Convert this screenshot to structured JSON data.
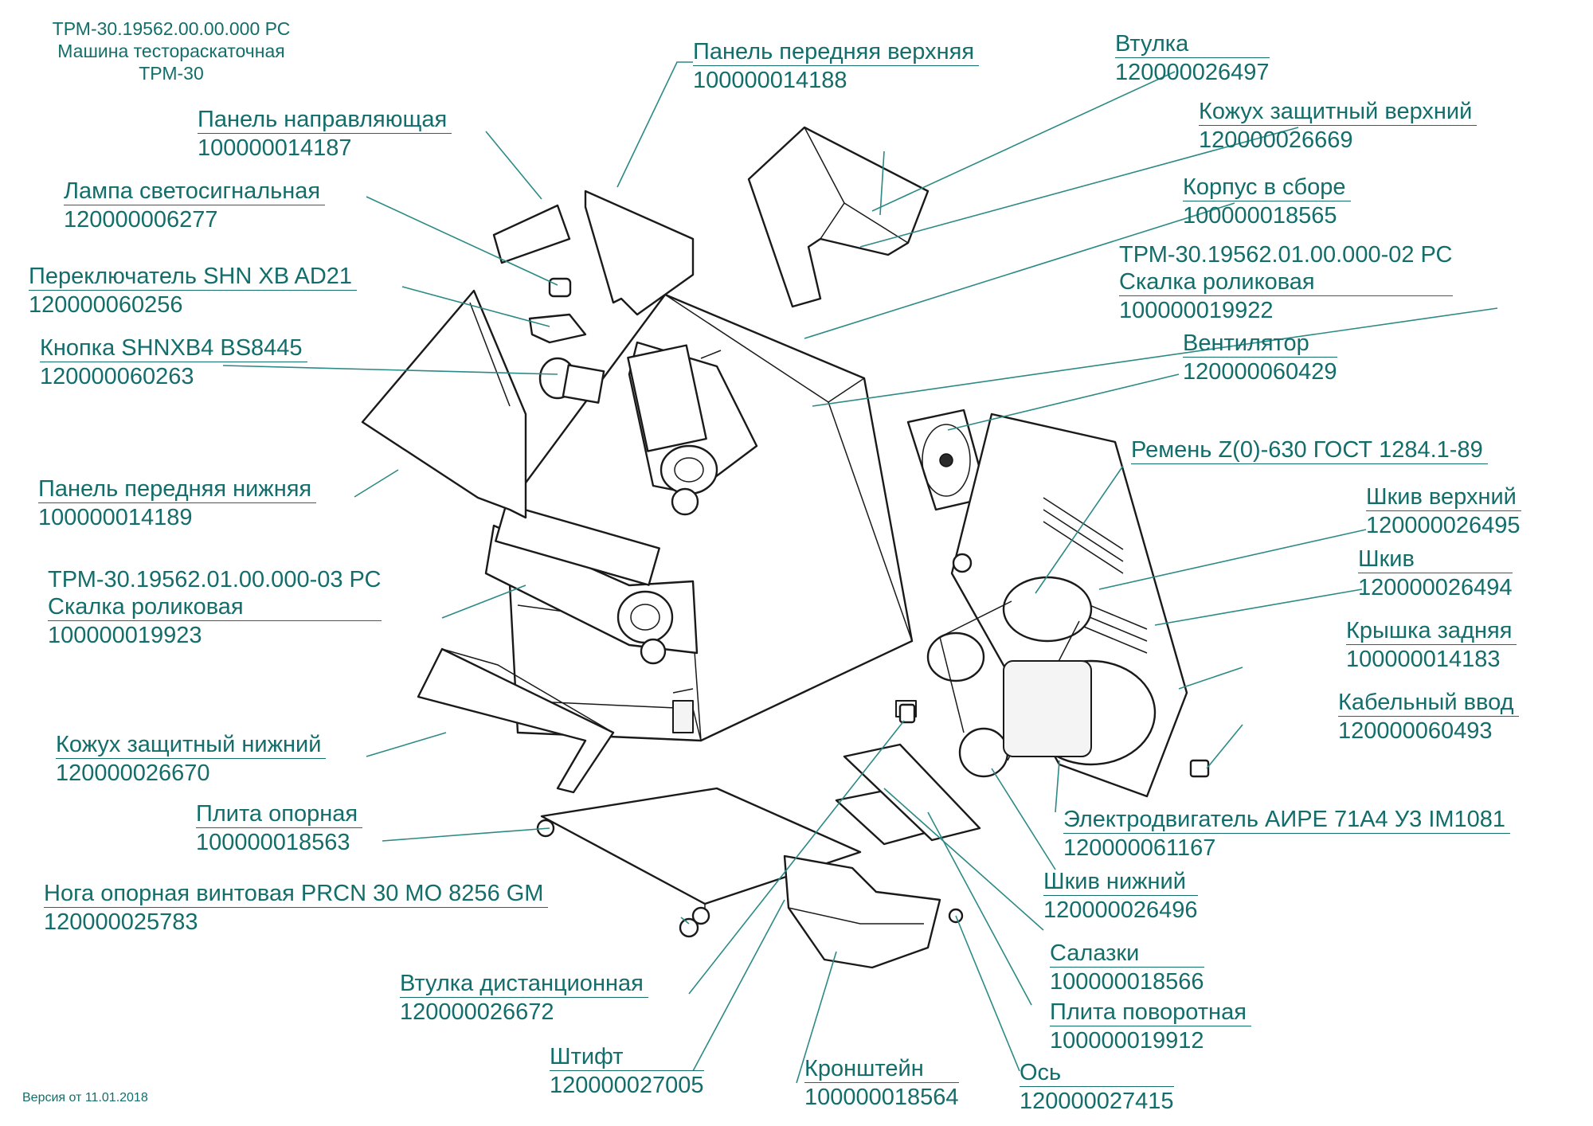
{
  "header": {
    "line1": "ТРМ-30.19562.00.00.000 РС",
    "line2": "Машина тестораскаточная",
    "line3": "ТРМ-30"
  },
  "footer": {
    "version": "Версия от 11.01.2018"
  },
  "colors": {
    "accent": "#136e6b",
    "leader": "#2c8a86",
    "drawing": "#1a1a1a"
  },
  "callouts": [
    {
      "name": "Панель передняя верхняя",
      "pn": "100000014188"
    },
    {
      "name": "Панель направляющая",
      "pn": "100000014187"
    },
    {
      "name": "Лампа светосигнальная",
      "pn": "120000006277"
    },
    {
      "name": "Переключатель SHN XB AD21",
      "pn": "120000060256"
    },
    {
      "name": "Кнопка SHNXB4 BS8445",
      "pn": "120000060263"
    },
    {
      "name": "Панель передняя нижняя",
      "pn": "100000014189"
    },
    {
      "name": "ТРМ-30.19562.01.00.000-03 РС",
      "name2": "Скалка роликовая",
      "pn": "100000019923"
    },
    {
      "name": "Кожух защитный нижний",
      "pn": "120000026670"
    },
    {
      "name": "Плита опорная",
      "pn": "100000018563"
    },
    {
      "name": "Нога опорная винтовая PRCN 30 MO 8256 GM",
      "pn": "120000025783"
    },
    {
      "name": "Втулка дистанционная",
      "pn": "120000026672"
    },
    {
      "name": "Штифт",
      "pn": "120000027005"
    },
    {
      "name": "Кронштейн",
      "pn": "100000018564"
    },
    {
      "name": "Ось",
      "pn": "120000027415"
    },
    {
      "name": "Плита поворотная",
      "pn": "100000019912"
    },
    {
      "name": "Салазки",
      "pn": "100000018566"
    },
    {
      "name": "Шкив нижний",
      "pn": "120000026496"
    },
    {
      "name": "Электродвигатель АИРЕ 71А4 У3 IM1081",
      "pn": "120000061167"
    },
    {
      "name": "Кабельный ввод",
      "pn": "120000060493"
    },
    {
      "name": "Крышка задняя",
      "pn": "100000014183"
    },
    {
      "name": "Шкив",
      "pn": "120000026494"
    },
    {
      "name": "Шкив верхний",
      "pn": "120000026495"
    },
    {
      "name": "Ремень Z(0)-630 ГОСТ 1284.1-89",
      "pn": ""
    },
    {
      "name": "Вентилятор",
      "pn": "120000060429"
    },
    {
      "name": "ТРМ-30.19562.01.00.000-02 РС",
      "name2": "Скалка роликовая",
      "pn": "100000019922"
    },
    {
      "name": "Корпус в сборе",
      "pn": "100000018565"
    },
    {
      "name": "Кожух защитный верхний",
      "pn": "120000026669"
    },
    {
      "name": "Втулка",
      "pn": "120000026497"
    }
  ]
}
